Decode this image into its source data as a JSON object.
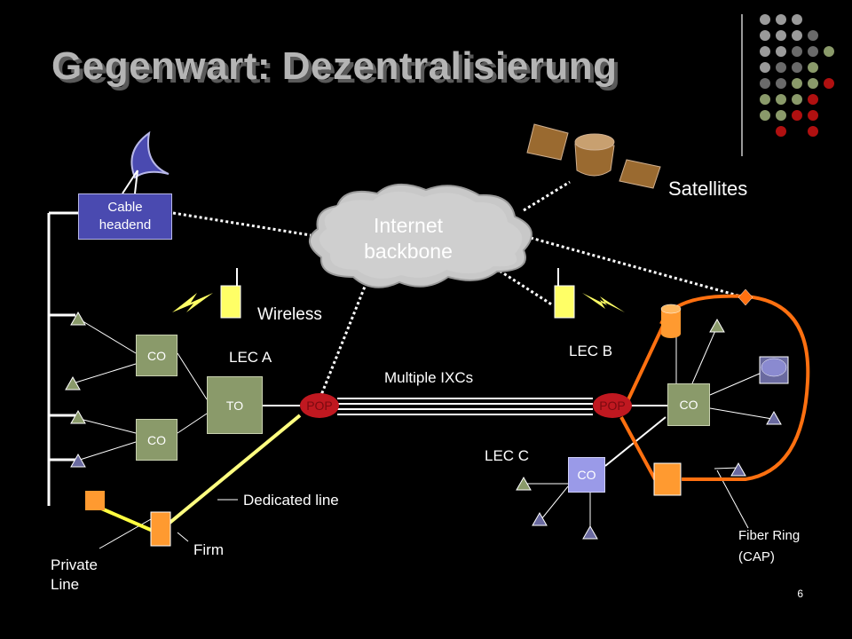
{
  "title": "Gegenwart: Dezentralisierung",
  "page_number": "6",
  "cloud": {
    "line1": "Internet",
    "line2": "backbone"
  },
  "labels": {
    "satellites": "Satellites",
    "wireless": "Wireless",
    "lec_a": "LEC A",
    "lec_b": "LEC B",
    "lec_c": "LEC C",
    "multiple_ixcs": "Multiple IXCs",
    "dedicated_line": "Dedicated line",
    "firm": "Firm",
    "private_line_1": "Private",
    "private_line_2": "Line",
    "fiber_ring_1": "Fiber Ring",
    "fiber_ring_2": "(CAP)"
  },
  "nodes": {
    "cable_headend_1": "Cable",
    "cable_headend_2": "headend",
    "co": "CO",
    "to": "TO",
    "pop": "POP"
  },
  "colors": {
    "background": "#000000",
    "title": "#b4b4b4",
    "co_box": "#8a9a6a",
    "lec_c_co_box": "#9a9ae8",
    "cable_box": "#4a4ab0",
    "pop": "#c01820",
    "fiber_ring": "#ff7010",
    "dedicated_line": "#ffff80",
    "private_line": "#ffff40",
    "orange_node": "#ff9a30",
    "phone": "#ffff66",
    "satellite_body": "#9a6a30",
    "dots_gray": "#9a9a9a",
    "dots_olive": "#8a9a6a",
    "dots_red": "#b01010"
  }
}
